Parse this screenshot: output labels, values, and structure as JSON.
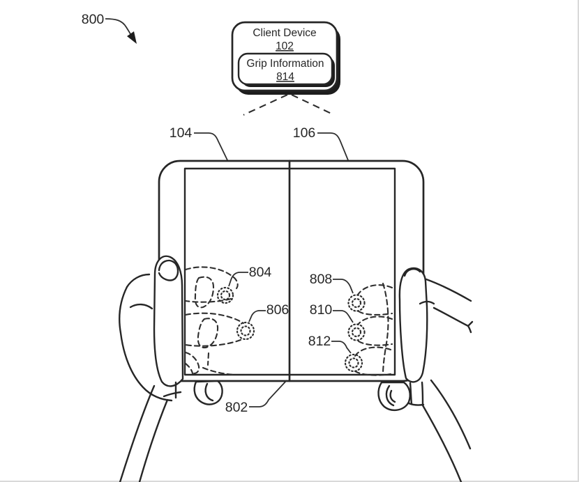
{
  "figure": {
    "ref": "800",
    "line_color": "#262626",
    "background": "#ffffff"
  },
  "client_device_box": {
    "title": "Client Device",
    "ref": "102",
    "grip_box": {
      "title": "Grip Information",
      "ref": "814"
    }
  },
  "device": {
    "left_screen_ref": "104",
    "right_screen_ref": "106",
    "hinge_ref": "802",
    "touch_points": {
      "left": [
        "804",
        "806"
      ],
      "right": [
        "808",
        "810",
        "812"
      ]
    }
  }
}
